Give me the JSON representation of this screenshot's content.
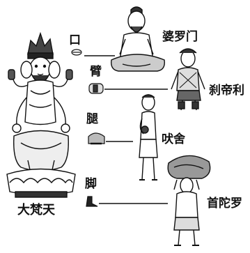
{
  "deity": {
    "name": "大梵天"
  },
  "body_parts": [
    {
      "key": "mouth",
      "label": "口"
    },
    {
      "key": "arm",
      "label": "臂"
    },
    {
      "key": "leg",
      "label": "腿"
    },
    {
      "key": "foot",
      "label": "脚"
    }
  ],
  "castes": [
    {
      "key": "brahmin",
      "label": "婆罗门"
    },
    {
      "key": "kshatriya",
      "label": "刹帝利"
    },
    {
      "key": "vaishya",
      "label": "吠舍"
    },
    {
      "key": "shudra",
      "label": "首陀罗"
    }
  ],
  "colors": {
    "ink": "#111111",
    "background": "#ffffff",
    "gray": "#777777"
  }
}
